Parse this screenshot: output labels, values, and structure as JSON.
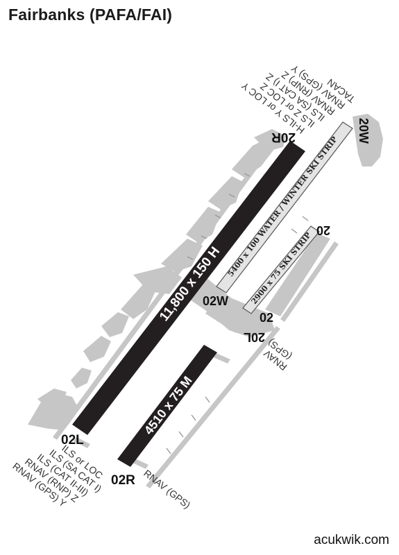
{
  "header": {
    "title": "Fairbanks (PAFA/FAI)"
  },
  "footer": {
    "brand": "acukwik.com"
  },
  "colors": {
    "runway": "#231f20",
    "ground": "#c6c6c6",
    "strip": "#e4e4e4",
    "text": "#222222"
  },
  "runways": {
    "main": {
      "dimensions": "11,800 x 150 H",
      "end_south": "02L",
      "end_north": "20R",
      "south_approaches": [
        "ILS or LOC",
        "ILS (SA CAT I)",
        "ILS (CAT II-III)",
        "RNAV (RNP) Z",
        "RNAV (GPS) Y"
      ],
      "north_approaches": [
        "H-ILS Y or LOC Y",
        "ILS Z or LOC Z",
        "ILS (SA CAT I) Z",
        "RNAV (RNP) Z",
        "RNAV (GPS) Y",
        "TACAN"
      ]
    },
    "parallel": {
      "dimensions": "4510 x 75 M",
      "end_south": "02R",
      "end_north": "20L",
      "south_approaches": [
        "RNAV (GPS)"
      ],
      "north_approaches": [
        "RNAV",
        "(GPS)"
      ]
    },
    "water": {
      "dimensions": "5400 x 100 WATER / WINTER SKI STRIP",
      "end_south": "02W",
      "end_north": "20W"
    },
    "ski": {
      "dimensions": "2900 x 75 SKI STRIP",
      "end_south": "02",
      "end_north": "20"
    }
  }
}
